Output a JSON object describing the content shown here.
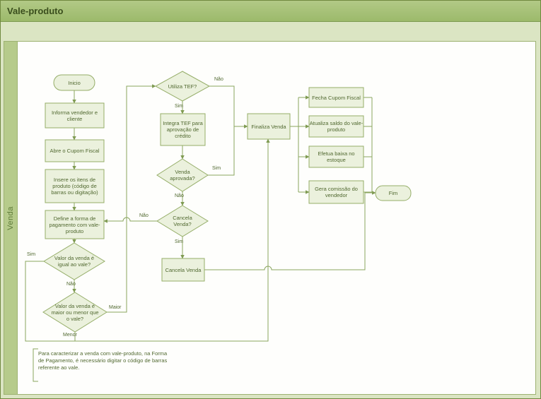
{
  "window": {
    "title": "Vale-produto"
  },
  "lane": {
    "label": "Venda"
  },
  "nodes": {
    "inicio": {
      "label": "Inicio",
      "shape": "terminator"
    },
    "informa": {
      "label": "Informa vendedor e cliente",
      "shape": "process"
    },
    "abre": {
      "label": "Abre o Cupom Fiscal",
      "shape": "process"
    },
    "insere": {
      "label": "Insere os itens de produto (código de barras ou digitação)",
      "shape": "process"
    },
    "define": {
      "label": "Define a forma de pagamento com vale-produto",
      "shape": "process"
    },
    "valor_igual": {
      "label": "Valor da venda é igual ao vale?",
      "shape": "decision"
    },
    "valor_maior_menor": {
      "label": "Valor da venda é maior ou menor que o vale?",
      "shape": "decision"
    },
    "utiliza_tef": {
      "label": "Utiliza TEF?",
      "shape": "decision"
    },
    "integra_tef": {
      "label": "Integra TEF para aprovação de crédito",
      "shape": "process"
    },
    "venda_aprovada": {
      "label": "Venda aprovada?",
      "shape": "decision"
    },
    "cancela_venda_q": {
      "label": "Cancela Venda?",
      "shape": "decision"
    },
    "cancela_venda": {
      "label": "Cancela Venda",
      "shape": "process"
    },
    "finaliza": {
      "label": "Finaliza Venda",
      "shape": "process"
    },
    "fecha_cupom": {
      "label": "Fecha Cupom Fiscal",
      "shape": "process"
    },
    "atualiza_saldo": {
      "label": "Atualiza saldo do vale-produto",
      "shape": "process"
    },
    "efetua_baixa": {
      "label": "Efetua baixa no estoque",
      "shape": "process"
    },
    "gera_comissao": {
      "label": "Gera comissão do vendedor",
      "shape": "process"
    },
    "fim": {
      "label": "Fim",
      "shape": "terminator"
    }
  },
  "edges": [
    {
      "from": "inicio",
      "to": "informa"
    },
    {
      "from": "informa",
      "to": "abre"
    },
    {
      "from": "abre",
      "to": "insere"
    },
    {
      "from": "insere",
      "to": "define"
    },
    {
      "from": "define",
      "to": "valor_igual"
    },
    {
      "from": "valor_igual",
      "to": "valor_maior_menor",
      "label": "Não"
    },
    {
      "from": "valor_igual",
      "to": "finaliza",
      "label": "Sim"
    },
    {
      "from": "valor_maior_menor",
      "to": "utiliza_tef",
      "label": "Maior"
    },
    {
      "from": "valor_maior_menor",
      "to": "finaliza",
      "label": "Menor"
    },
    {
      "from": "utiliza_tef",
      "to": "finaliza",
      "label": "Não"
    },
    {
      "from": "utiliza_tef",
      "to": "integra_tef",
      "label": "Sim"
    },
    {
      "from": "integra_tef",
      "to": "venda_aprovada"
    },
    {
      "from": "venda_aprovada",
      "to": "finaliza",
      "label": "Sim"
    },
    {
      "from": "venda_aprovada",
      "to": "cancela_venda_q",
      "label": "Não"
    },
    {
      "from": "cancela_venda_q",
      "to": "define",
      "label": "Não"
    },
    {
      "from": "cancela_venda_q",
      "to": "cancela_venda",
      "label": "Sim"
    },
    {
      "from": "cancela_venda",
      "to": "fim"
    },
    {
      "from": "finaliza",
      "to": "fecha_cupom"
    },
    {
      "from": "finaliza",
      "to": "atualiza_saldo"
    },
    {
      "from": "finaliza",
      "to": "efetua_baixa"
    },
    {
      "from": "finaliza",
      "to": "gera_comissao"
    },
    {
      "from": "fecha_cupom",
      "to": "fim"
    },
    {
      "from": "atualiza_saldo",
      "to": "fim"
    },
    {
      "from": "efetua_baixa",
      "to": "fim"
    },
    {
      "from": "gera_comissao",
      "to": "fim"
    }
  ],
  "note": {
    "text": "Para caracterizar a venda com vale-produto, na Forma de Pagamento, é necessário digitar o código de barras referente ao vale."
  },
  "colors": {
    "header_green": "#9cba6b",
    "background": "#dbe5c3",
    "lane_fill": "#b6cb8b",
    "shape_fill": "#ebf1dd",
    "shape_border": "#95ad68",
    "connector": "#8aa55e",
    "text": "#50682f"
  }
}
